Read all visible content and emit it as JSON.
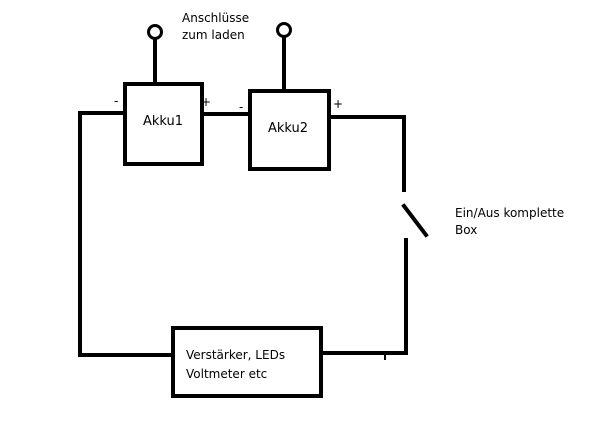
{
  "charging_label": [
    "Anschlüsse",
    "zum laden"
  ],
  "battery1": {
    "label": "Akku1",
    "minus": "-",
    "plus": "+"
  },
  "battery2": {
    "label": "Akku2",
    "minus": "-",
    "plus": "+"
  },
  "switch_label": [
    "Ein/Aus komplette",
    "Box"
  ],
  "load_label": [
    "Verstärker, LEDs",
    "Voltmeter etc"
  ],
  "colors": {
    "stroke": "#000000",
    "background": "#ffffff"
  }
}
